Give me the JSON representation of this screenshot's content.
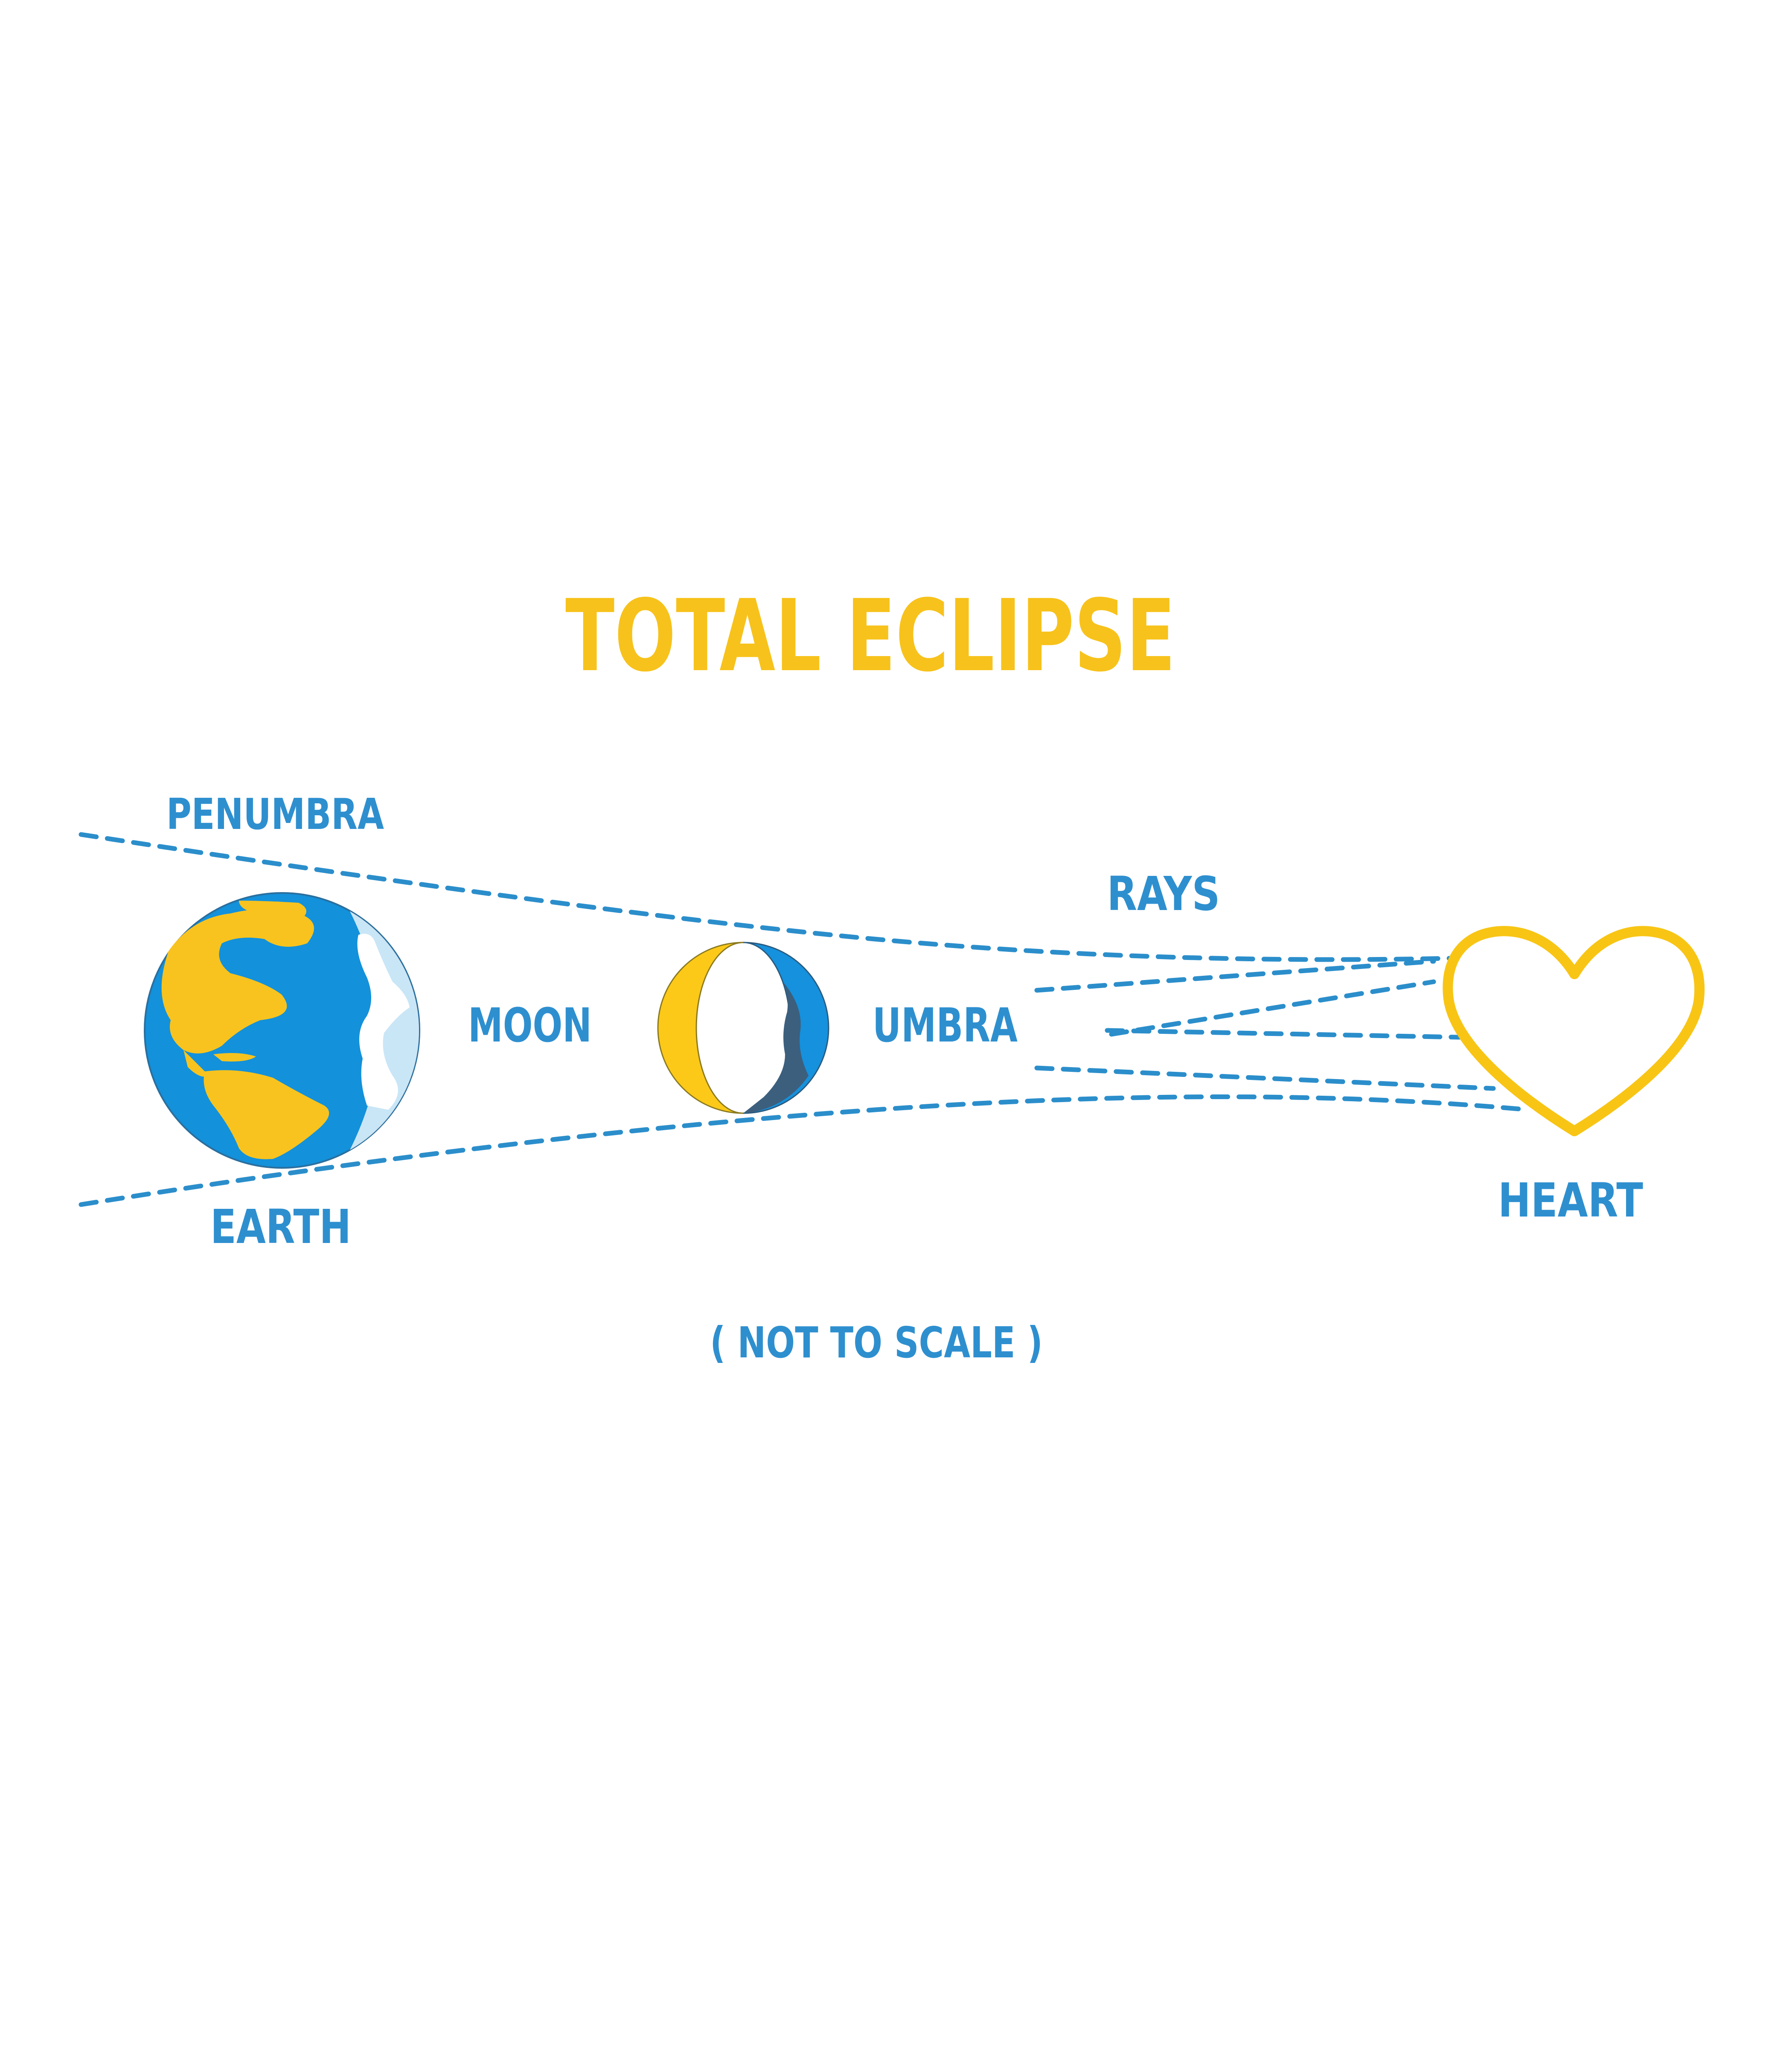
{
  "diagram": {
    "title": "TOTAL ECLIPSE",
    "footnote": "( NOT TO SCALE )",
    "labels": {
      "penumbra": "PENUMBRA",
      "rays": "RAYS",
      "moon": "MOON",
      "umbra": "UMBRA",
      "earth": "EARTH",
      "heart": "HEART"
    },
    "objects": {
      "earth_icon": "globe-icon",
      "moon_icon": "crescent-moon-icon",
      "heart_icon": "heart-outline-icon"
    },
    "colors": {
      "background": "#ffffff",
      "title_yellow": "#F7C21B",
      "label_blue": "#2E8FCF",
      "ocean_blue": "#1391DB",
      "land_yellow": "#F8C31E",
      "moon_yellow": "#FDC918",
      "moon_blue": "#1591DD",
      "moon_shadow": "#3C5F7D",
      "heart_yellow": "#F8C515",
      "dash_blue": "#2B8ECB"
    }
  }
}
